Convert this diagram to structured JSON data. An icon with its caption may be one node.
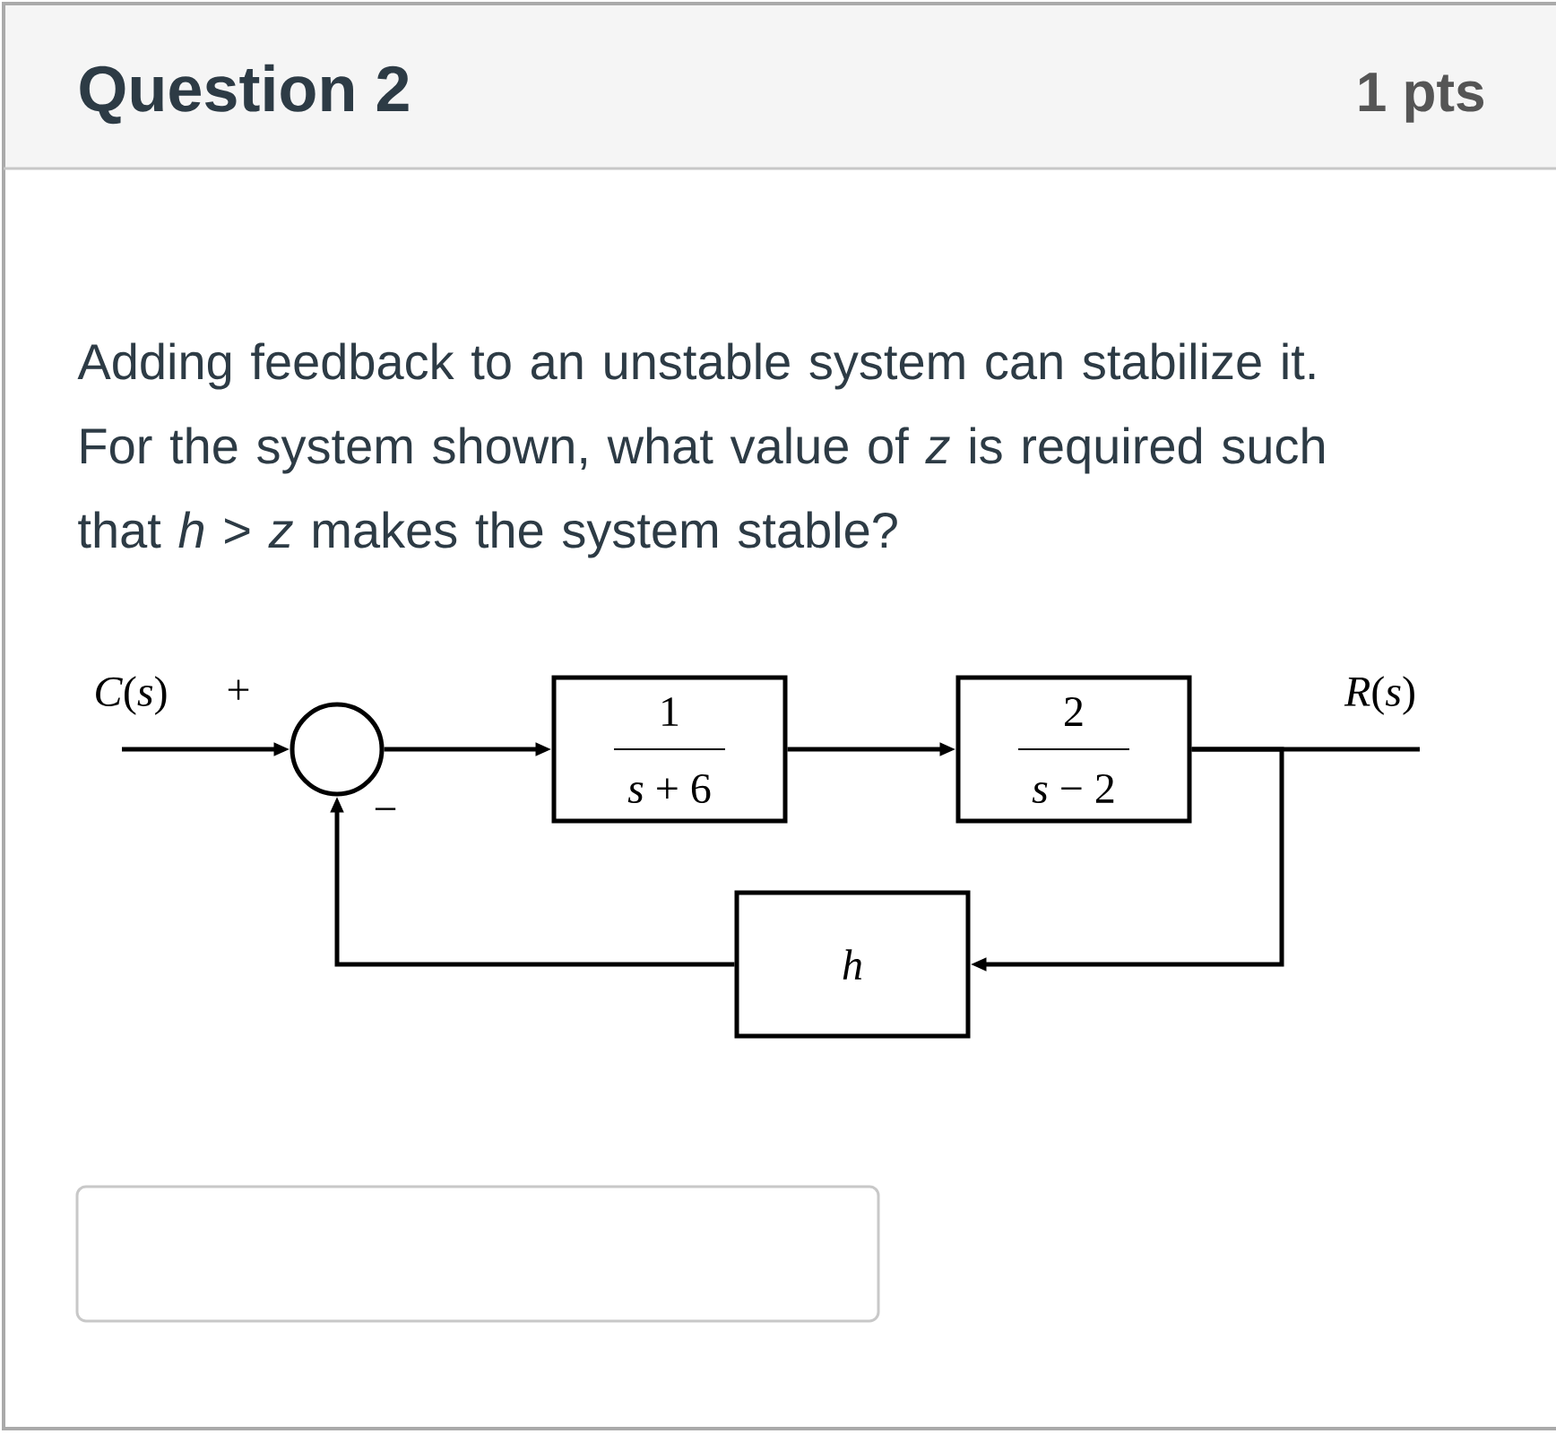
{
  "diagram": {
    "title": "Question 2",
    "nodes": [
      {
        "text": [],
        "shape": "circle"
      },
      {
        "text": [
          "1",
          "*s* + 6"
        ]
      },
      {
        "text": [
          "2",
          "*s* − 2"
        ]
      },
      {
        "text": [
          "h"
        ]
      }
    ],
    "edges": [
      {
        "from": null,
        "to": 0,
        "arrow": "to"
      },
      {
        "from": 0,
        "to": 1,
        "arrow": "to"
      },
      {
        "from": 1,
        "to": 2,
        "arrow": "to"
      },
      {
        "from": 2,
        "to": null,
        "arrow": "none"
      },
      {
        "from": 2,
        "to": 3,
        "arrow": "to"
      },
      {
        "from": 3,
        "to": 0,
        "arrow": "to"
      }
    ],
    "labels": [
      "1 pts",
      "Adding feedback to an unstable system can stabilize it. For the system shown, what value of *z* is required such that *h* > *z* makes the system stable?",
      "*C*(*s*)",
      "+",
      "−",
      "*R*(*s*)"
    ]
  }
}
